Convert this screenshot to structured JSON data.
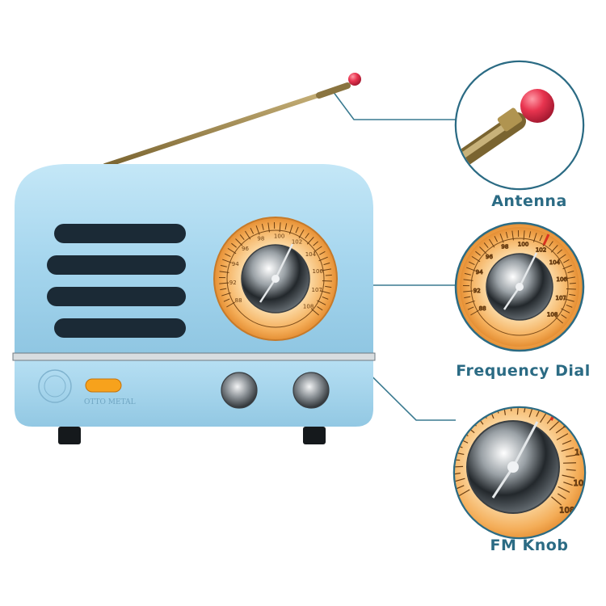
{
  "callouts": {
    "antenna": "Antenna",
    "frequency_dial": "Frequency Dial",
    "fm_knob": "FM Knob"
  },
  "radio": {
    "brand_text": "OTTO METAL",
    "dial_scale": [
      "88",
      "92",
      "94",
      "96",
      "98",
      "100",
      "102",
      "104",
      "106",
      "107",
      "108"
    ]
  },
  "colors": {
    "body": "#a8d8f0",
    "label_text": "#2b6b84",
    "callout_line": "#3a7a90",
    "dial_orange": "#f2a64a",
    "antenna_tip": "#e8344f"
  }
}
